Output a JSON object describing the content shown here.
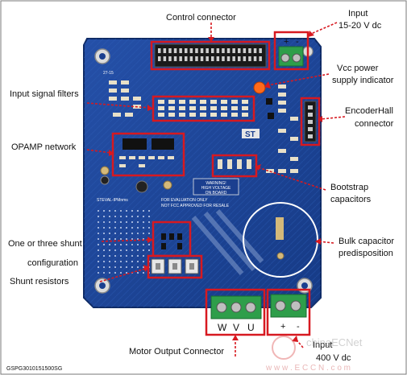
{
  "labels": {
    "control_connector": "Control connector",
    "input_line1": "Input",
    "input_line2": "15-20 V dc",
    "input_signal_filters": "Input signal filters",
    "vcc_line1": "Vcc power",
    "vcc_line2": "supply indicator",
    "encoder_line1": "EncoderHall",
    "encoder_line2": "connector",
    "opamp_network": "OPAMP network",
    "bootstrap_line1": "Bootstrap",
    "bootstrap_line2": "capacitors",
    "shunt_line1": "One or three shunt",
    "shunt_line2": "configuration",
    "bulk_line1": "Bulk capacitor",
    "bulk_line2": "predisposition",
    "shunt_resistors": "Shunt resistors",
    "motor_output": "Motor Output Connector",
    "input400_line1": "Input",
    "input400_line2": "400 V dc",
    "figure_id": "GSPG3010151500SG"
  },
  "board_text": {
    "polarity_plus": "+",
    "polarity_minus": "-",
    "phase_w": "W",
    "phase_v": "V",
    "phase_u": "U",
    "hv_plus": "+",
    "hv_minus": "-",
    "board_id": "27-15",
    "eval_name": "STEVAL-IPMnms",
    "warning_line1": "WARNING!",
    "warning_line2": "HIGH VOLTAGE",
    "warning_line3": "ON BOARD",
    "eval_notice1": "FOR EVALUATION ONLY",
    "eval_notice2": "NOT FCC APPROVED FOR RESALE"
  },
  "watermark": {
    "text": "chinaECNet",
    "url": "w w w . E C C N . c o m"
  },
  "colors": {
    "highlight_box": "#d71920",
    "arrow": "#d71920",
    "board": "#1b3f8f",
    "connector_green": "#2e9e4a"
  }
}
